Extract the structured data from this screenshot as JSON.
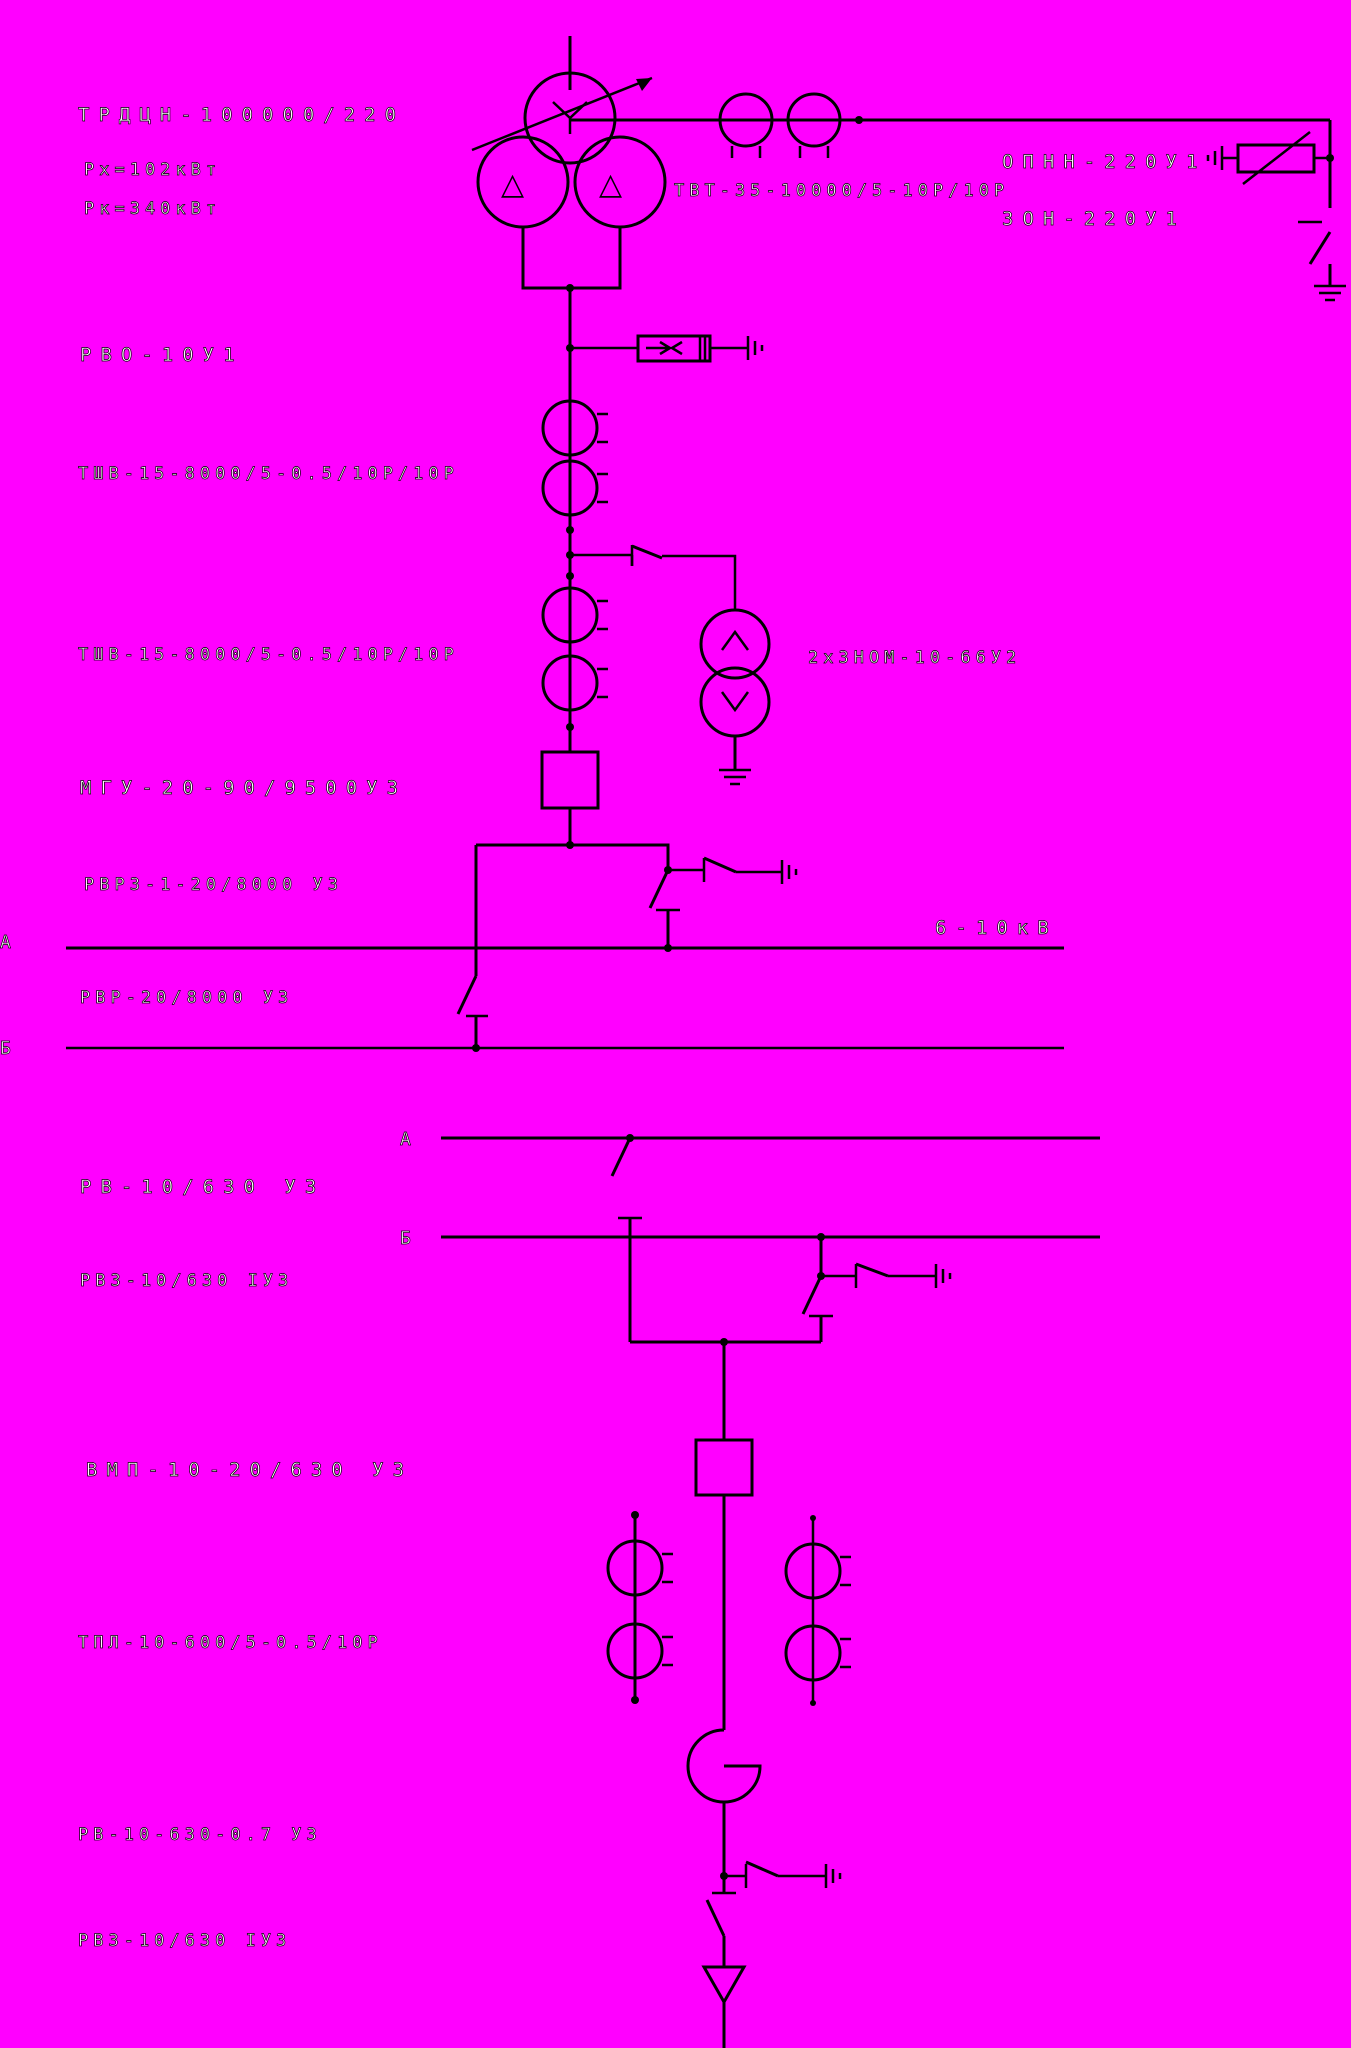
{
  "labels": {
    "transformer": "ТРДЦН-100000/220",
    "px": "Рх=102кВт",
    "pk": "Рк=340кВт",
    "tvt": "ТВТ-35-10000/5-10Р/10Р",
    "opn": "ОПНН-220У1",
    "zon": "ЗОН-220У1",
    "rvo": "РВО-10У1",
    "tsh_upper": "ТШВ-15-8000/5-0.5/10Р/10Р",
    "tsh_lower": "ТШВ-15-8000/5-0.5/10Р/10Р",
    "znom": "2хЗНОМ-10-66У2",
    "mgu": "МГУ-20-90/9500У3",
    "rvrz": "РВРЗ-1-20/8000 У3",
    "bus_voltage": "6-10кВ",
    "rvr": "РВР-20/8000 У3",
    "rv": "РВ-10/630 У3",
    "rvz": "РВЗ-10/630 IУ3",
    "vmp": "ВМП-10-20/630 У3",
    "tpl": "ТПЛ-10-600/5-0.5/10Р",
    "rv2": "РВ-10-630-0.7 У3",
    "rvz2": "РВЗ-10/630 IУ3",
    "bus_a_upper": "А",
    "bus_b_upper": "Б",
    "bus_a_lower": "А",
    "bus_b_lower": "Б"
  },
  "symbols": {
    "delta": "△",
    "wye_up": "^",
    "wye_down": "v"
  },
  "colors": {
    "background": "#ff00ff",
    "line": "#000000",
    "text_fill": "#ffffff"
  }
}
